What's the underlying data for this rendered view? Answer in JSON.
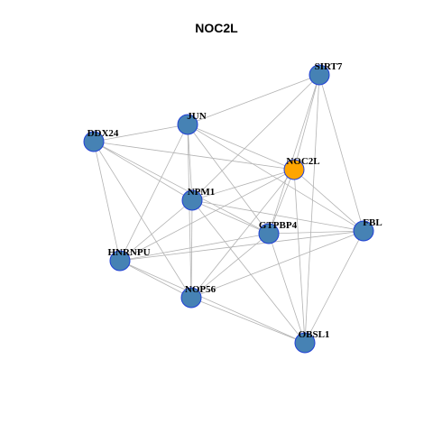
{
  "title": "NOC2L",
  "colors": {
    "default_node": "#4682B4",
    "highlight_node": "#FFA500",
    "node_border": "#1F3FD6",
    "edge": "#B3B3B3"
  },
  "nodes": [
    {
      "id": "SIRT7",
      "label": "SIRT7",
      "highlight": false
    },
    {
      "id": "JUN",
      "label": "JUN",
      "highlight": false
    },
    {
      "id": "DDX24",
      "label": "DDX24",
      "highlight": false
    },
    {
      "id": "NOC2L",
      "label": "NOC2L",
      "highlight": true
    },
    {
      "id": "NPM1",
      "label": "NPM1",
      "highlight": false
    },
    {
      "id": "GTPBP4",
      "label": "GTPBP4",
      "highlight": false
    },
    {
      "id": "FBL",
      "label": "FBL",
      "highlight": false
    },
    {
      "id": "HNRNPU",
      "label": "HNRNPU",
      "highlight": false
    },
    {
      "id": "NOP56",
      "label": "NOP56",
      "highlight": false
    },
    {
      "id": "OBSL1",
      "label": "OBSL1",
      "highlight": false
    }
  ],
  "edges": [
    [
      "SIRT7",
      "JUN"
    ],
    [
      "SIRT7",
      "NOC2L"
    ],
    [
      "SIRT7",
      "NPM1"
    ],
    [
      "SIRT7",
      "GTPBP4"
    ],
    [
      "SIRT7",
      "FBL"
    ],
    [
      "SIRT7",
      "OBSL1"
    ],
    [
      "JUN",
      "DDX24"
    ],
    [
      "JUN",
      "NOC2L"
    ],
    [
      "JUN",
      "NPM1"
    ],
    [
      "JUN",
      "GTPBP4"
    ],
    [
      "JUN",
      "HNRNPU"
    ],
    [
      "JUN",
      "NOP56"
    ],
    [
      "JUN",
      "FBL"
    ],
    [
      "DDX24",
      "NOC2L"
    ],
    [
      "DDX24",
      "NPM1"
    ],
    [
      "DDX24",
      "GTPBP4"
    ],
    [
      "DDX24",
      "HNRNPU"
    ],
    [
      "DDX24",
      "NOP56"
    ],
    [
      "NOC2L",
      "NPM1"
    ],
    [
      "NOC2L",
      "GTPBP4"
    ],
    [
      "NOC2L",
      "FBL"
    ],
    [
      "NOC2L",
      "HNRNPU"
    ],
    [
      "NOC2L",
      "NOP56"
    ],
    [
      "NOC2L",
      "OBSL1"
    ],
    [
      "NPM1",
      "GTPBP4"
    ],
    [
      "NPM1",
      "FBL"
    ],
    [
      "NPM1",
      "HNRNPU"
    ],
    [
      "NPM1",
      "NOP56"
    ],
    [
      "NPM1",
      "OBSL1"
    ],
    [
      "GTPBP4",
      "FBL"
    ],
    [
      "GTPBP4",
      "HNRNPU"
    ],
    [
      "GTPBP4",
      "NOP56"
    ],
    [
      "GTPBP4",
      "OBSL1"
    ],
    [
      "FBL",
      "HNRNPU"
    ],
    [
      "FBL",
      "NOP56"
    ],
    [
      "FBL",
      "OBSL1"
    ],
    [
      "HNRNPU",
      "NOP56"
    ],
    [
      "HNRNPU",
      "OBSL1"
    ],
    [
      "NOP56",
      "OBSL1"
    ]
  ]
}
